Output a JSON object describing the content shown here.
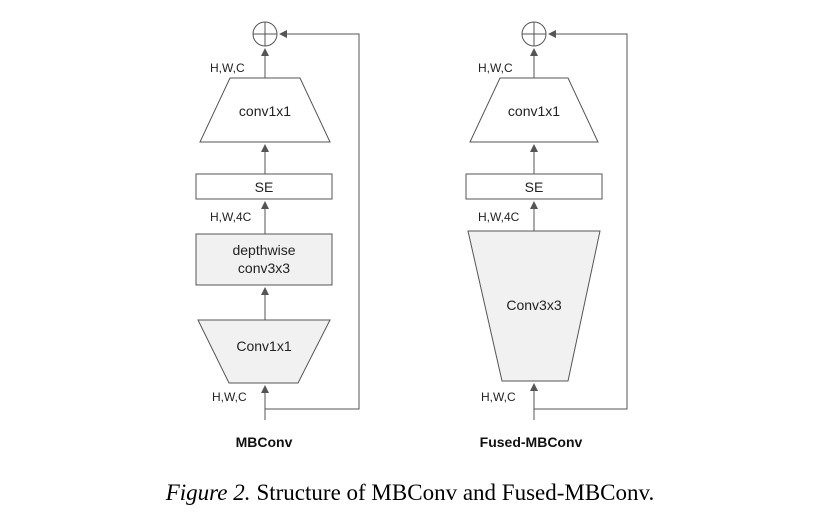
{
  "mbconv": {
    "title": "MBConv",
    "top_dim": "H,W,C",
    "conv_top": "conv1x1",
    "se": "SE",
    "mid_dim": "H,W,4C",
    "depthwise_line1": "depthwise",
    "depthwise_line2": "conv3x3",
    "conv_bottom": "Conv1x1",
    "input_dim": "H,W,C"
  },
  "fused": {
    "title": "Fused-MBConv",
    "top_dim": "H,W,C",
    "conv_top": "conv1x1",
    "se": "SE",
    "mid_dim": "H,W,4C",
    "conv_big": "Conv3x3",
    "input_dim": "H,W,C"
  },
  "caption": {
    "label": "Figure 2.",
    "text": "Structure of MBConv and Fused-MBConv."
  },
  "colors": {
    "stroke": "#555555",
    "fill_gray": "#f1f1f1"
  }
}
